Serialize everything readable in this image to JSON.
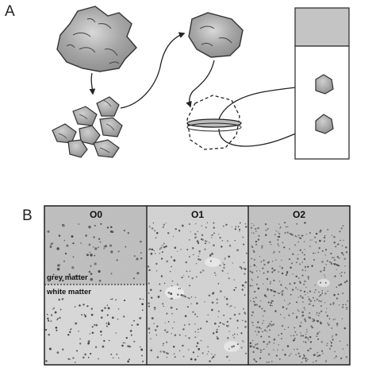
{
  "figure": {
    "panel_a": {
      "letter": "A"
    },
    "panel_b": {
      "letter": "B",
      "columns": [
        {
          "label": "O0"
        },
        {
          "label": "O1"
        },
        {
          "label": "O2"
        }
      ],
      "regions": {
        "upper": "grey matter",
        "lower": "white matter"
      }
    }
  },
  "colors": {
    "tissue_fill": "#9a9a9a",
    "tissue_highlight": "#cfcfcf",
    "outline": "#333333",
    "strip_shade": "#bdbdbd",
    "micrograph_bg": "#d6d6d6"
  }
}
